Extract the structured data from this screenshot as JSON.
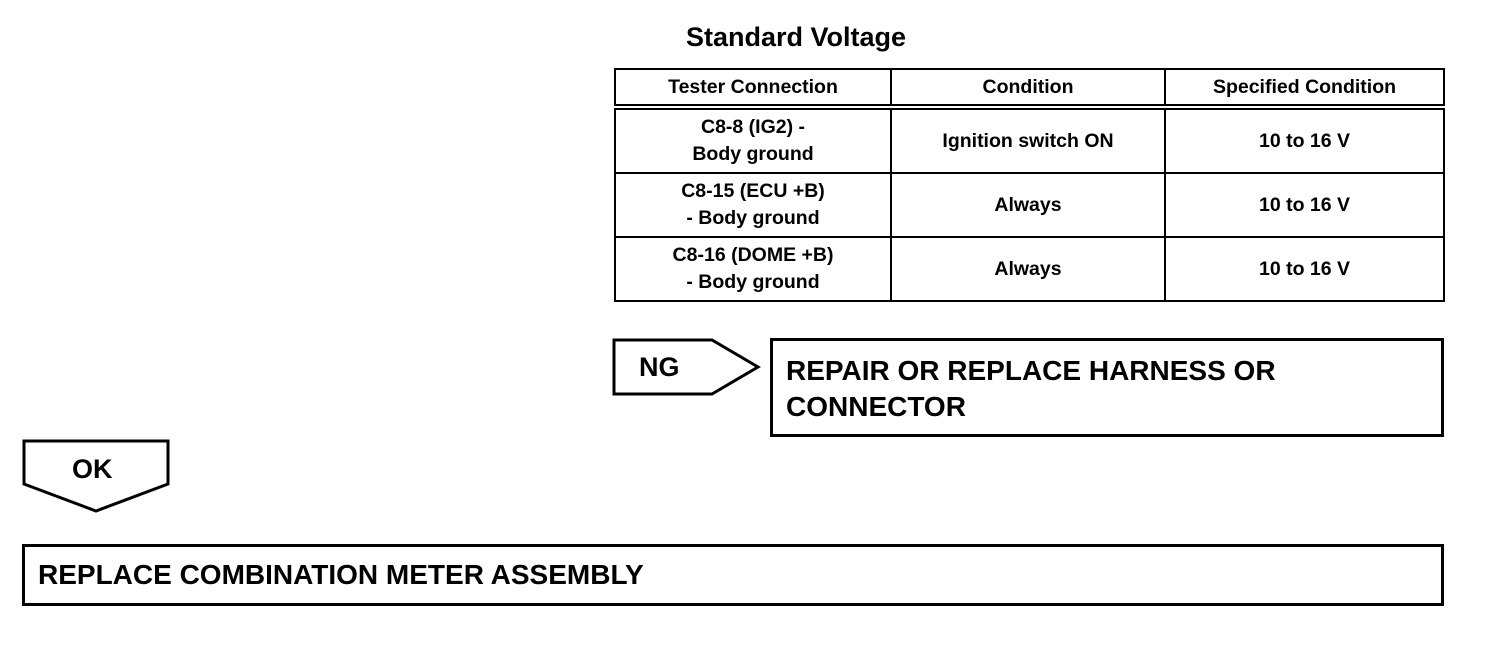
{
  "spec": {
    "title": "Standard Voltage",
    "headers": [
      "Tester Connection",
      "Condition",
      "Specified Condition"
    ],
    "rows": [
      {
        "connection_line1": "C8-8 (IG2) -",
        "connection_line2": "Body ground",
        "condition": "Ignition switch ON",
        "specified": "10 to 16 V"
      },
      {
        "connection_line1": "C8-15 (ECU +B)",
        "connection_line2": "- Body ground",
        "condition": "Always",
        "specified": "10 to 16 V"
      },
      {
        "connection_line1": "C8-16 (DOME +B)",
        "connection_line2": "- Body ground",
        "condition": "Always",
        "specified": "10 to 16 V"
      }
    ]
  },
  "ng_branch": {
    "label": "NG",
    "action_line1": "REPAIR OR REPLACE HARNESS OR",
    "action_line2": "CONNECTOR"
  },
  "ok_branch": {
    "label": "OK",
    "action": "REPLACE COMBINATION METER ASSEMBLY"
  }
}
